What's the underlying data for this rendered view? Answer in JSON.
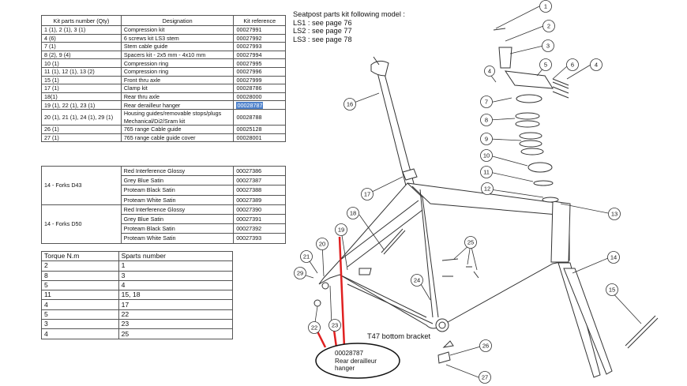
{
  "parts_table": {
    "headers": [
      "Kit parts number (Qty)",
      "Designation",
      "Kit reference"
    ],
    "rows": [
      [
        "1 (1), 2 (1), 3 (1)",
        "Compression kit",
        "00027991"
      ],
      [
        "4 (6)",
        "6 screws kit LS3 stem",
        "00027992"
      ],
      [
        "7 (1)",
        "Stem cable guide",
        "00027993"
      ],
      [
        "8 (2), 9 (4)",
        "Spacers kit - 2x5 mm - 4x10 mm",
        "00027994"
      ],
      [
        "10 (1)",
        "Compression ring",
        "00027995"
      ],
      [
        "11 (1), 12 (1), 13 (2)",
        "Compression ring",
        "00027996"
      ],
      [
        "15 (1)",
        "Front thru axle",
        "00027999"
      ],
      [
        "17 (1)",
        "Clamp kit",
        "00028786"
      ],
      [
        "18(1)",
        "Rear thru axle",
        "00028000"
      ],
      [
        "19 (1), 22 (1), 23 (1)",
        "Rear derailleur hanger",
        "00028787"
      ],
      [
        "20 (1), 21 (1), 24 (1), 29 (1)",
        "Housing guides/removable stops/plugs",
        "00028788"
      ],
      [
        "",
        "Mechanical/Di2/Sram kit",
        ""
      ],
      [
        "26 (1)",
        "765 range Cable guide",
        "00025128"
      ],
      [
        "27 (1)",
        "765 range cable guide cover",
        "00028001"
      ]
    ]
  },
  "forks_table": {
    "groups": [
      {
        "label": "14 - Forks D43",
        "items": [
          [
            "Red Interference Glossy",
            "00027386"
          ],
          [
            "Grey Blue Satin",
            "00027387"
          ],
          [
            "Proteam Black Satin",
            "00027388"
          ],
          [
            "Proteam White Satin",
            "00027389"
          ]
        ]
      },
      {
        "label": "14 - Forks D50",
        "items": [
          [
            "Red Interference Glossy",
            "00027390"
          ],
          [
            "Grey Blue Satin",
            "00027391"
          ],
          [
            "Proteam Black Satin",
            "00027392"
          ],
          [
            "Proteam White Satin",
            "00027393"
          ]
        ]
      }
    ]
  },
  "torque_table": {
    "headers": [
      "Torque N.m",
      "Sparts number"
    ],
    "rows": [
      [
        "2",
        "1"
      ],
      [
        "8",
        "3"
      ],
      [
        "5",
        "4"
      ],
      [
        "11",
        "15, 18"
      ],
      [
        "4",
        "17"
      ],
      [
        "5",
        "22"
      ],
      [
        "3",
        "23"
      ],
      [
        "4",
        "25"
      ]
    ]
  },
  "seatpost_note": {
    "line1": "Seatpost parts kit following model :",
    "line2": "LS1 : see page 76",
    "line3": "LS2 : see page 77",
    "line4": "LS3 : see page 78"
  },
  "diagram": {
    "bottom_bracket_label": "T47 bottom bracket",
    "bubble_line1": "00028787",
    "bubble_line2": "Rear derailleur",
    "bubble_line3": "hanger",
    "callout_numbers": [
      "1",
      "2",
      "3",
      "4",
      "5",
      "6",
      "7",
      "8",
      "9",
      "10",
      "11",
      "12",
      "13",
      "14",
      "15",
      "16",
      "17",
      "18",
      "19",
      "20",
      "21",
      "22",
      "23",
      "24",
      "25",
      "26",
      "27",
      "29"
    ],
    "highlight_color": "#4f83cc",
    "marker_color": "#e02020"
  }
}
